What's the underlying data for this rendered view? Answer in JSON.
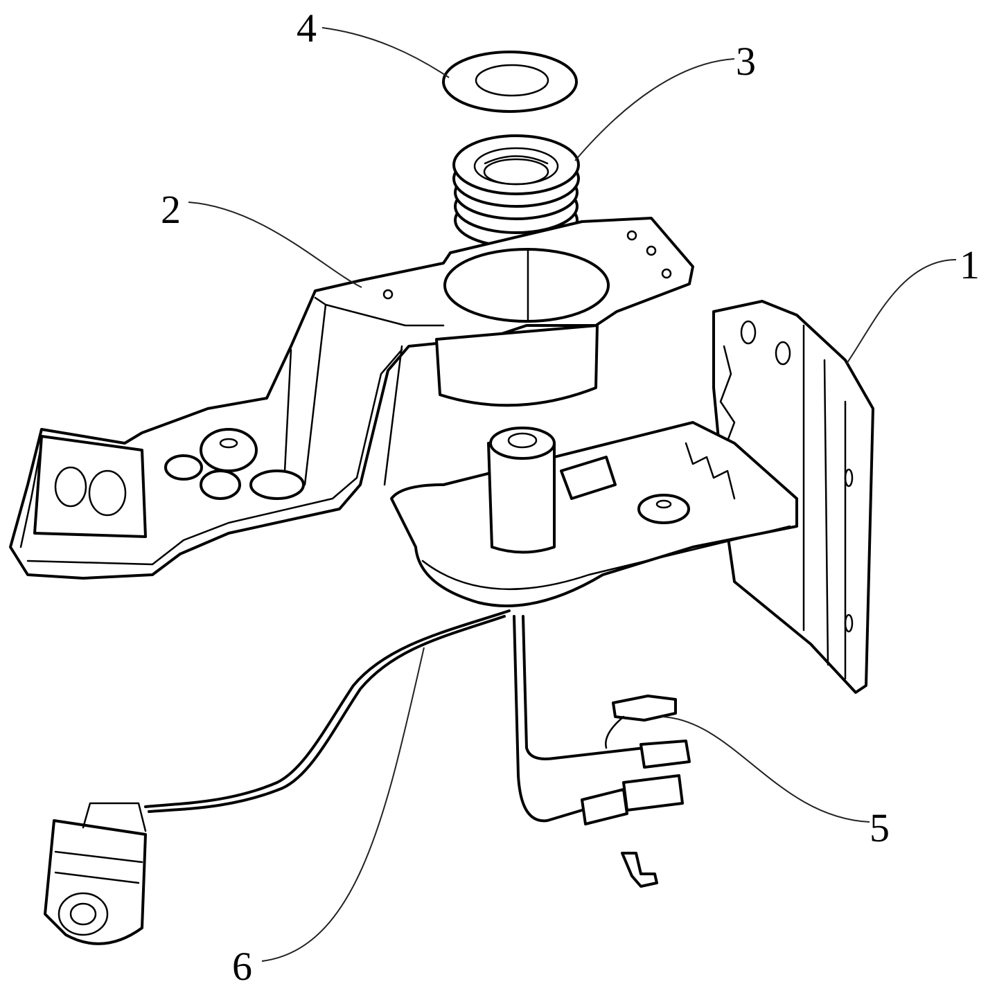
{
  "figure": {
    "type": "exploded-assembly-line-drawing",
    "line_color": "#000000",
    "background": "#ffffff",
    "labels": [
      {
        "id": "1",
        "text": "1",
        "part": "mounting-plate"
      },
      {
        "id": "2",
        "text": "2",
        "part": "upper-bracket"
      },
      {
        "id": "3",
        "text": "3",
        "part": "spring"
      },
      {
        "id": "4",
        "text": "4",
        "part": "washer"
      },
      {
        "id": "5",
        "text": "5",
        "part": "sensor-connector"
      },
      {
        "id": "6",
        "text": "6",
        "part": "wiring-harness"
      }
    ]
  }
}
